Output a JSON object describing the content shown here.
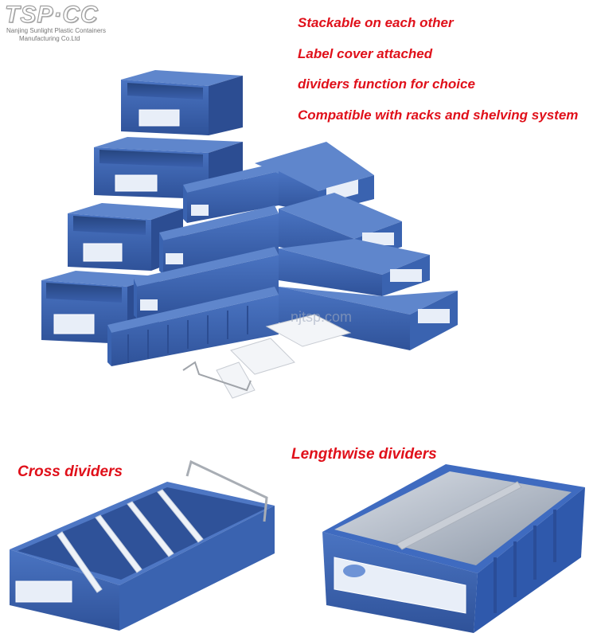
{
  "logo": {
    "mark": "TSP·CC",
    "company_line1": "Nanjing Sunlight Plastic Containers",
    "company_line2": "Manufacturing Co.Ltd"
  },
  "features": [
    "Stackable on each other",
    "Label cover attached",
    "dividers function for choice",
    "Compatible with racks and shelving system"
  ],
  "captions": {
    "cross": "Cross dividers",
    "lengthwise": "Lengthwise dividers"
  },
  "watermark": "njtsp.com",
  "colors": {
    "bin_blue": "#3a63b0",
    "bin_dark": "#27488a",
    "bin_light": "#5f86cc",
    "accent_red": "#e0101a"
  }
}
